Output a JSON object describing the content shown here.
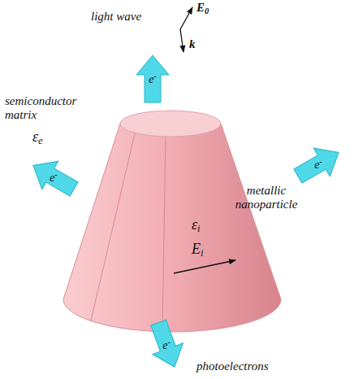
{
  "diagram": {
    "nodes": [
      {
        "text": [
          "metallic nanoparticle",
          "εi",
          "Ei"
        ]
      },
      {
        "text": [
          "e-"
        ]
      },
      {
        "text": [
          "e-"
        ]
      },
      {
        "text": [
          "e-"
        ]
      },
      {
        "text": [
          "e-"
        ]
      }
    ],
    "labels": [
      "light wave",
      "E0",
      "k",
      "semiconductor matrix",
      "εe",
      "photoelectrons"
    ]
  }
}
